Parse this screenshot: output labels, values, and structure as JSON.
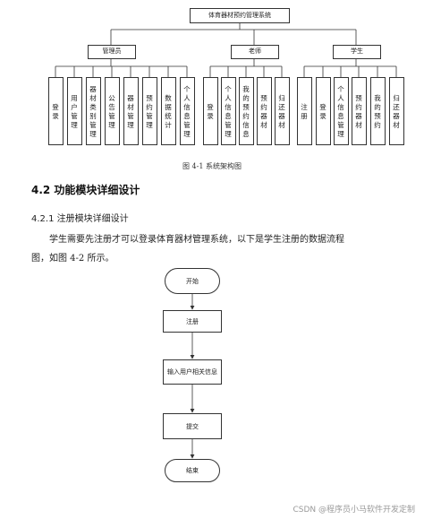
{
  "diagram": {
    "root": "体育器材预约管理系统",
    "groups": [
      {
        "label": "管理员",
        "children": [
          "登录",
          "用户管理",
          "器材类别管理",
          "公告管理",
          "器材管理",
          "预约管理",
          "数据统计",
          "个人信息管理"
        ]
      },
      {
        "label": "老师",
        "children": [
          "登录",
          "个人信息管理",
          "我的预约信息",
          "预约器材",
          "归还器材"
        ]
      },
      {
        "label": "学生",
        "children": [
          "注册",
          "登录",
          "个人信息管理",
          "预约器材",
          "我的预约",
          "归还器材"
        ]
      }
    ]
  },
  "figure_caption": "图 4-1    系统架构图",
  "section_heading": "4.2 功能模块详细设计",
  "subsection_heading": "4.2.1 注册模块详细设计",
  "paragraph": {
    "line1": "学生需要先注册才可以登录体育器材管理系统，以下是学生注册的数据流程",
    "line2": "图，如图 4-2 所示。"
  },
  "flowchart": {
    "start": "开始",
    "step1": "注册",
    "step2": "输入用户相关信息",
    "step3": "提交",
    "end": "结束"
  },
  "watermark": "CSDN @程序员小马软件开发定制"
}
